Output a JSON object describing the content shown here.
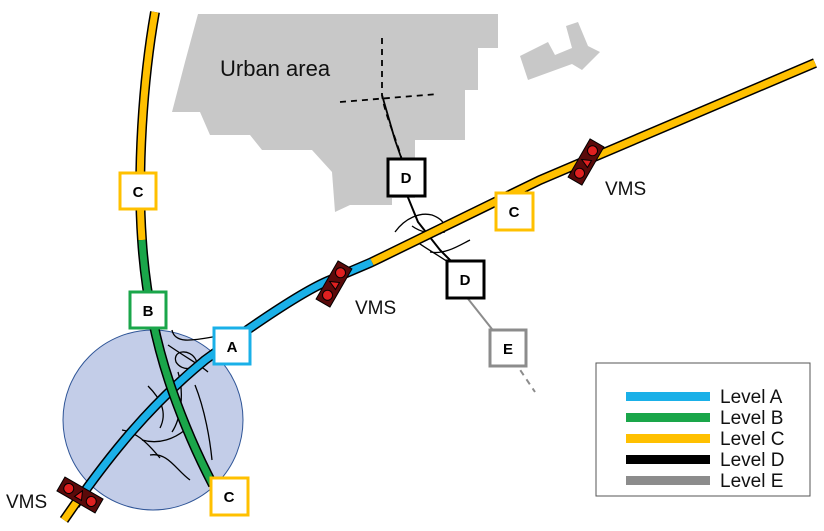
{
  "map": {
    "area_label": "Urban area"
  },
  "colors": {
    "level_a": "#1ab0e8",
    "level_b": "#1aa64a",
    "level_c": "#ffc000",
    "level_d": "#000000",
    "level_e": "#8c8c8c",
    "urban": "#c8c8c8",
    "interchange": "#c3cde8",
    "vms_red": "#d01010"
  },
  "badges": {
    "c_north": "C",
    "b_west": "B",
    "a_main": "A",
    "c_south": "C",
    "d_north": "D",
    "c_east": "C",
    "d_south": "D",
    "e_south": "E"
  },
  "vms": {
    "label": "VMS"
  },
  "legend": {
    "items": [
      {
        "label": "Level A",
        "color": "#1ab0e8"
      },
      {
        "label": "Level B",
        "color": "#1aa64a"
      },
      {
        "label": "Level C",
        "color": "#ffc000"
      },
      {
        "label": "Level D",
        "color": "#000000"
      },
      {
        "label": "Level E",
        "color": "#8c8c8c"
      }
    ]
  }
}
